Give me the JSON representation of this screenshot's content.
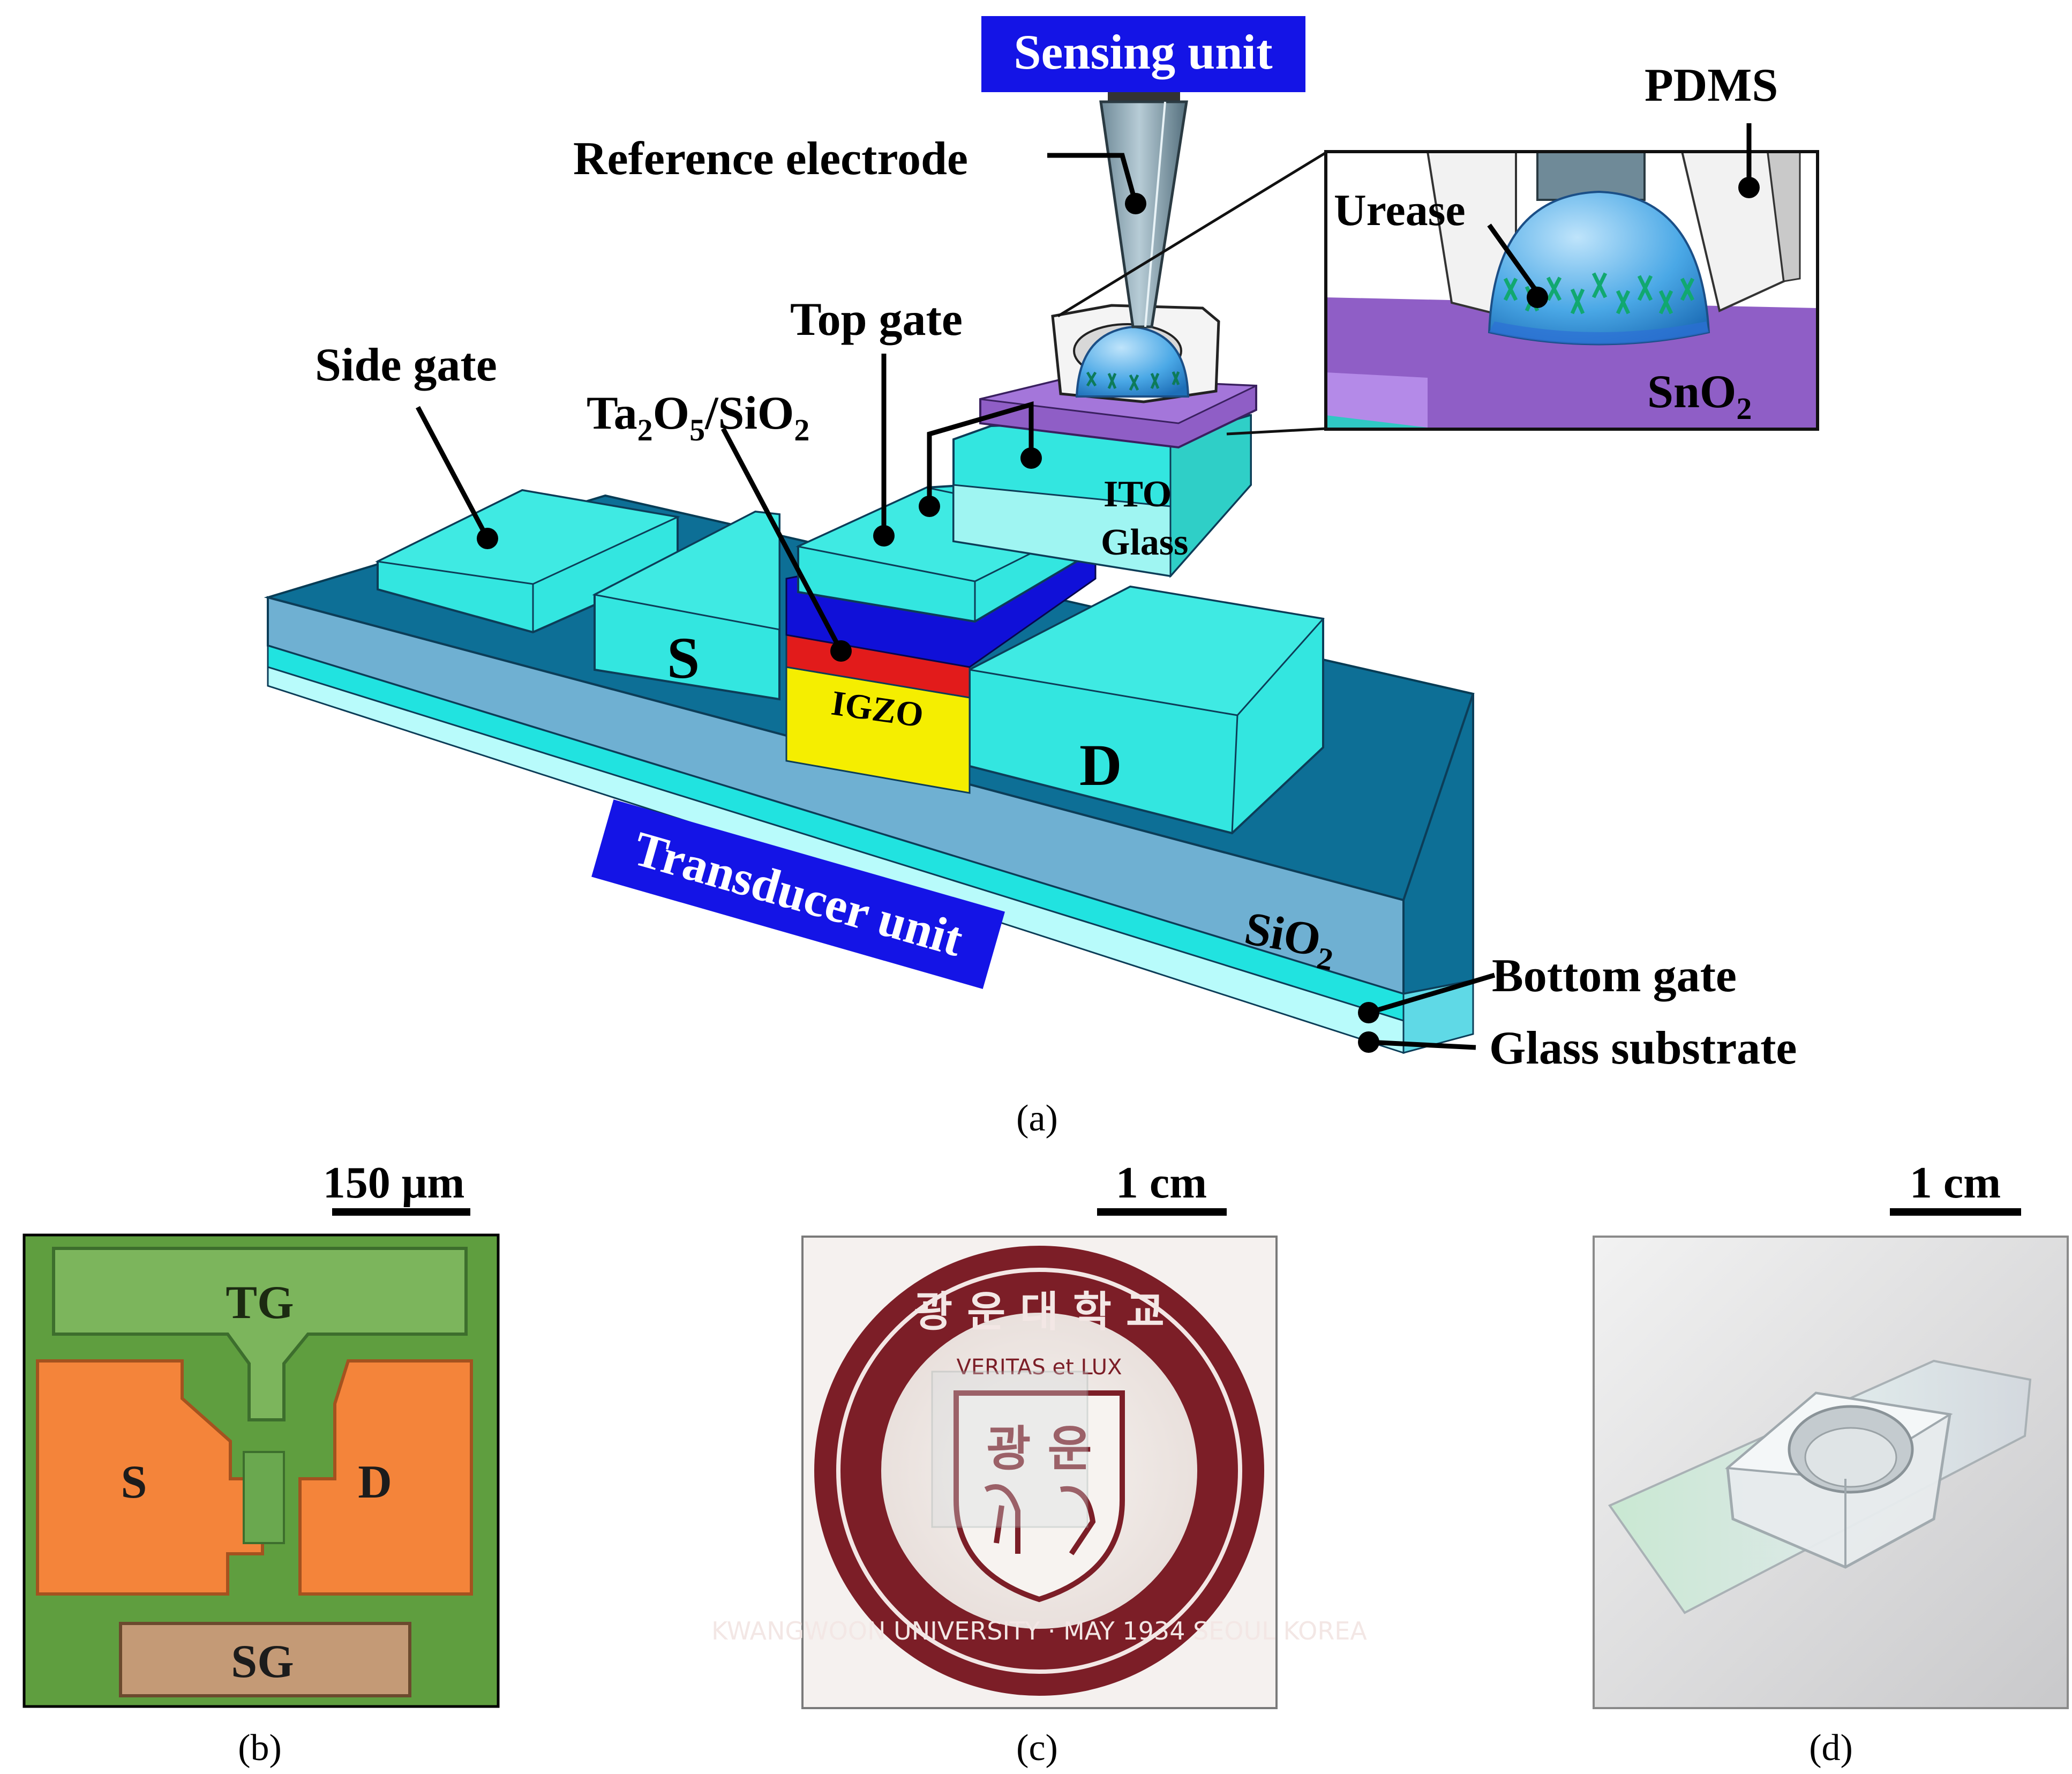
{
  "panel_a": {
    "caption": "(a)",
    "sensing_unit": "Sensing unit",
    "transducer_unit": "Transducer unit",
    "reference_electrode": "Reference electrode",
    "pdms": "PDMS",
    "urease": "Urease",
    "sno2_base": "SnO",
    "sno2_sub": "2",
    "top_gate": "Top gate",
    "side_gate": "Side gate",
    "oxide_ta": "Ta",
    "oxide_sub1": "2",
    "oxide_o": "O",
    "oxide_sub2": "5",
    "oxide_rest": "/SiO",
    "oxide_sub3": "2",
    "ito": "ITO",
    "glass": "Glass",
    "source": "S",
    "drain": "D",
    "igzo": "IGZO",
    "sio2_base": "SiO",
    "sio2_sub": "2",
    "bottom_gate": "Bottom gate",
    "glass_substrate": "Glass substrate"
  },
  "panel_b": {
    "caption": "(b)",
    "scale": "150 μm",
    "tg": "TG",
    "s": "S",
    "d": "D",
    "sg": "SG"
  },
  "panel_c": {
    "caption": "(c)",
    "scale": "1 cm",
    "seal_motto": "VERITAS et LUX",
    "seal_hangul_top": "광 운 대 학 교",
    "seal_hangul_center": "광 운",
    "seal_ring_text": "KWANGWOON UNIVERSITY · MAY 1934 SEOUL KOREA"
  },
  "panel_d": {
    "caption": "(d)",
    "scale": "1 cm"
  },
  "colors": {
    "label_box": "#1414e6",
    "cyan": "#33e6e0",
    "substrate_top": "#0d6f96",
    "substrate_side": "#6fb0d2",
    "blue_layer": "#1010d8",
    "red_layer": "#e21b1b",
    "igzo": "#f5ee00",
    "sno2": "#8f5ec6",
    "droplet": "#4aa8e6"
  }
}
